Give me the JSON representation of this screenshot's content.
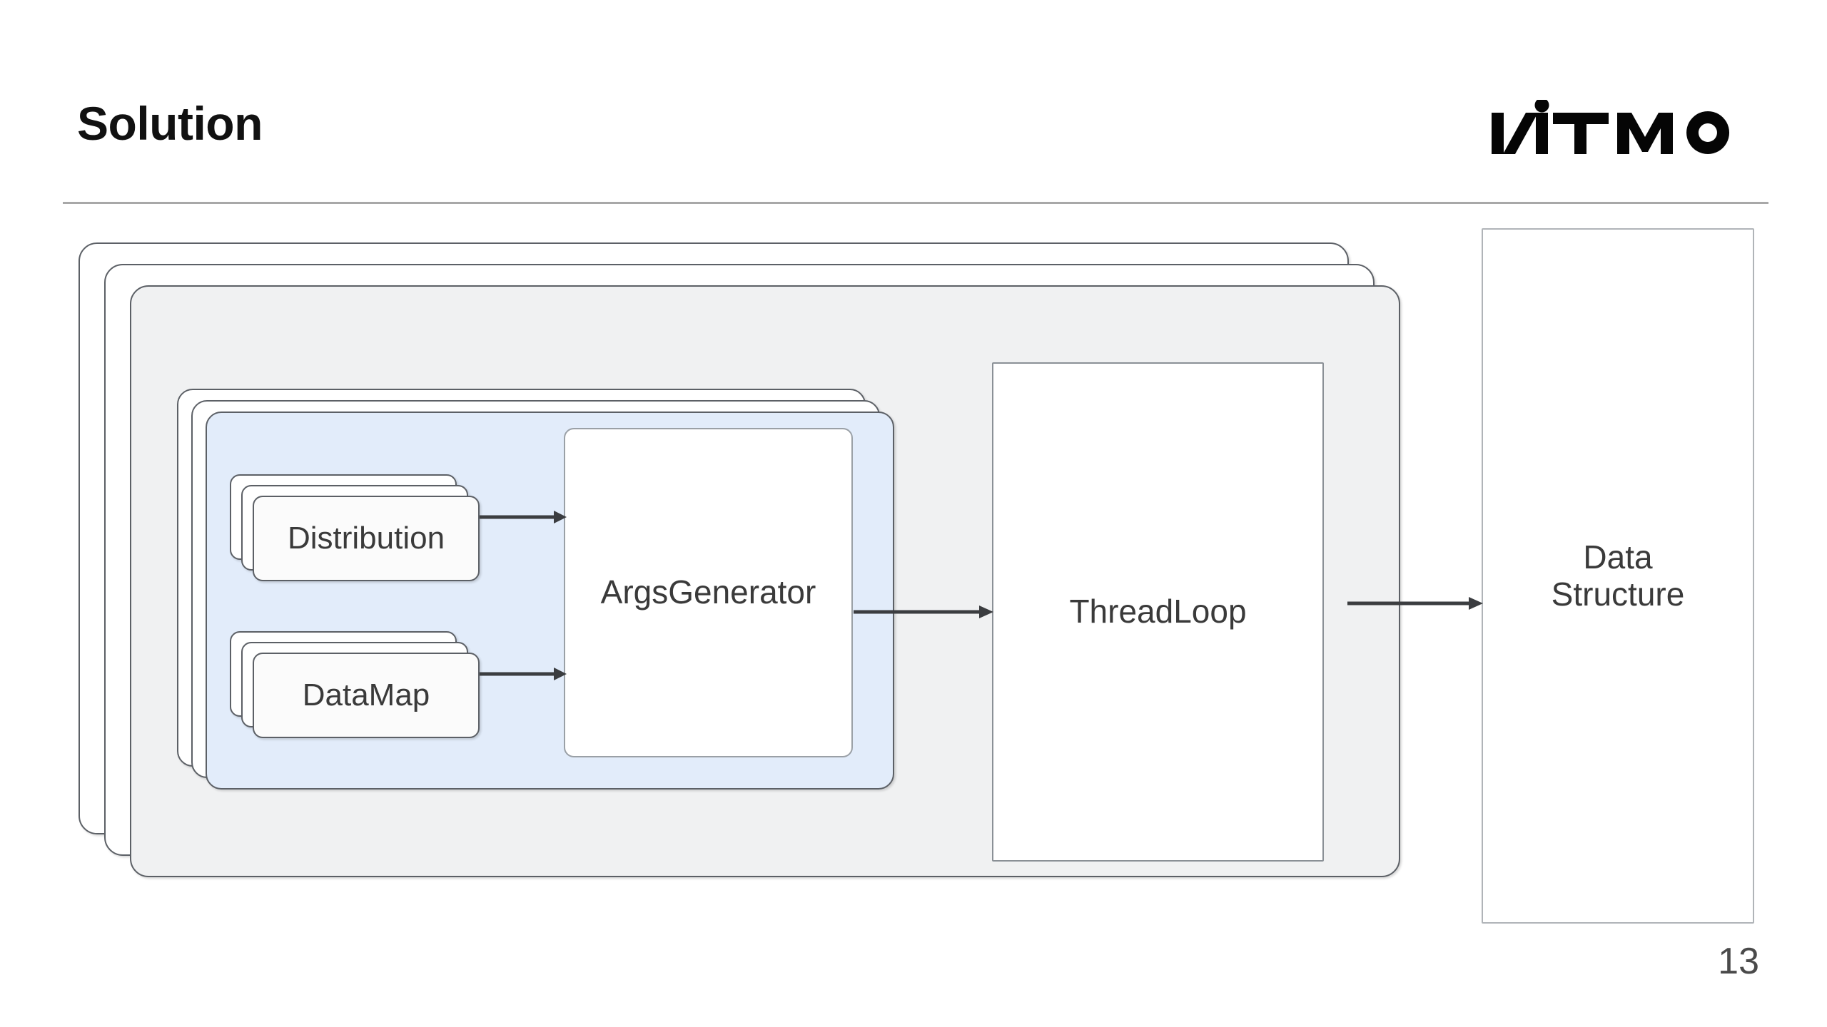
{
  "slide": {
    "title": "Solution",
    "page_number": "13",
    "logo_text": "ITMO"
  },
  "diagram": {
    "type": "block-diagram",
    "outer_container": {
      "name": "benchmark-runner-stack",
      "stack_count": 3,
      "fill": "#f0f1f2"
    },
    "blue_panel": {
      "name": "args-group-stack",
      "stack_count": 3,
      "fill": "#e2ecfa"
    },
    "nodes": [
      {
        "id": "distribution",
        "label": "Distribution",
        "stacked": true,
        "stack_count": 3
      },
      {
        "id": "datamap",
        "label": "DataMap",
        "stacked": true,
        "stack_count": 3
      },
      {
        "id": "argsgenerator",
        "label": "ArgsGenerator",
        "stacked": false
      },
      {
        "id": "threadloop",
        "label": "ThreadLoop",
        "stacked": false
      },
      {
        "id": "datastructure",
        "label": "Data\nStructure",
        "label_line1": "Data",
        "label_line2": "Structure",
        "stacked": false
      }
    ],
    "edges": [
      {
        "from": "distribution",
        "to": "argsgenerator",
        "style": "solid-arrow"
      },
      {
        "from": "datamap",
        "to": "argsgenerator",
        "style": "solid-arrow"
      },
      {
        "from": "argsgenerator",
        "to": "threadloop",
        "style": "solid-arrow"
      },
      {
        "from": "threadloop",
        "to": "datastructure",
        "style": "solid-arrow"
      }
    ]
  },
  "colors": {
    "arrow": "#3b3d40",
    "box_border": "#9aa0a6",
    "rule": "#a8a8a8",
    "text": "#3a3a3a",
    "title": "#111111"
  }
}
